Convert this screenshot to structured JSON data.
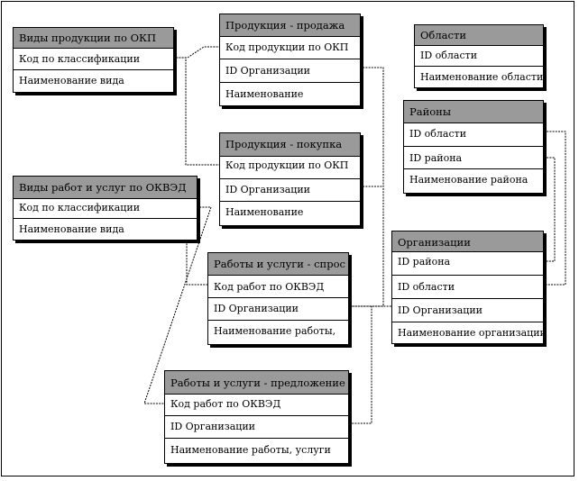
{
  "tables": [
    {
      "id": "t1",
      "title": "Виды продукции  по ОКП",
      "fields": [
        "Код по классификации",
        "Наименование  вида"
      ]
    },
    {
      "id": "t2",
      "title": "Продукция - продажа",
      "fields": [
        "Код продукции по ОКП",
        "ID Организации",
        "Наименование"
      ]
    },
    {
      "id": "t3",
      "title": "Области",
      "fields": [
        "ID области",
        "Наименование  области"
      ]
    },
    {
      "id": "t4",
      "title": "Районы",
      "fields": [
        "ID области",
        "ID района",
        "Наименование  района"
      ]
    },
    {
      "id": "t5",
      "title": "Продукция - покупка",
      "fields": [
        "Код продукции по ОКП",
        "ID Организации",
        "Наименование"
      ]
    },
    {
      "id": "t6",
      "title": "Виды работ и услуг по ОКВЭД",
      "fields": [
        "Код по классификации",
        "Наименование  вида"
      ]
    },
    {
      "id": "t7",
      "title": "Организации",
      "fields": [
        "ID района",
        "ID области",
        "ID Организации",
        "Наименование  организации"
      ]
    },
    {
      "id": "t8",
      "title": "Работы и услуги - спрос",
      "fields": [
        "Код работ по ОКВЭД",
        "ID Организации",
        "Наименование  работы,"
      ]
    },
    {
      "id": "t9",
      "title": "Работы и услуги - предложение",
      "fields": [
        "Код работ по ОКВЭД",
        "ID Организации",
        "Наименование  работы, услуги"
      ]
    }
  ]
}
